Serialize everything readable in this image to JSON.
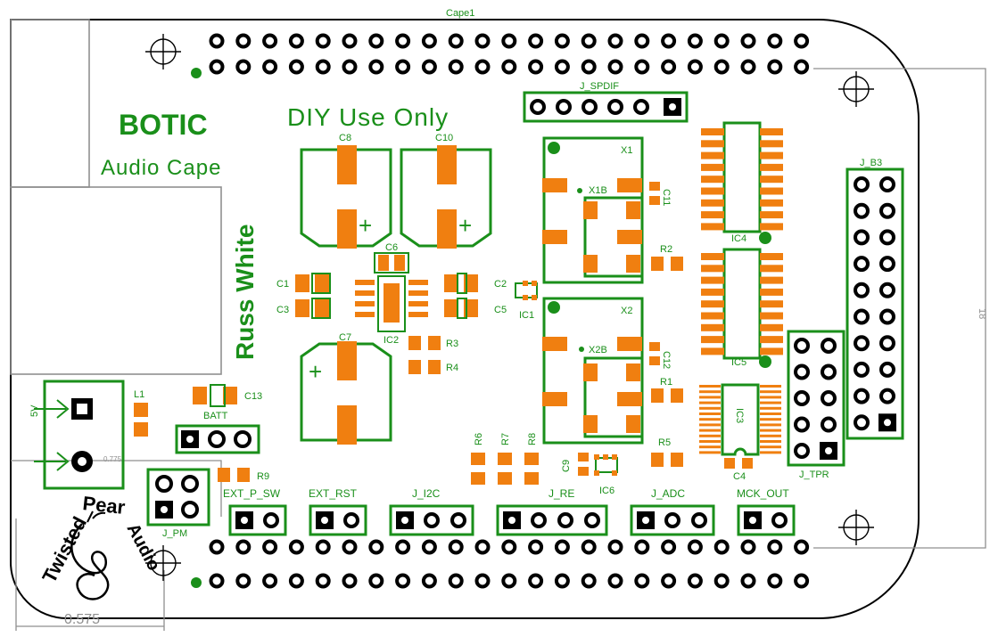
{
  "colors": {
    "silk": "#1a8f1a",
    "pad": "#f07f10",
    "outline": "#8f8f8f",
    "black": "#000000",
    "board": "#ffffff"
  },
  "board": {
    "title": "Cape1",
    "name": "BOTIC",
    "subtitle": "Audio Cape",
    "author": "Russ White",
    "notice": "DIY Use Only"
  },
  "logo": {
    "word1": "Twisted",
    "word2": "Pear",
    "word3": "Audio"
  },
  "dimensions": {
    "bottom": "0.575",
    "right": "18",
    "small": "0.775"
  },
  "labels": {
    "c8": "C8",
    "c10": "C10",
    "c6": "C6",
    "c1": "C1",
    "c3": "C3",
    "ic2": "IC2",
    "r3": "R3",
    "r4": "R4",
    "c7": "C7",
    "c2": "C2",
    "c5": "C5",
    "ic1": "IC1",
    "c13": "C13",
    "batt": "BATT",
    "l1": "L1",
    "v5": "5V",
    "r9": "R9",
    "j_pm": "J_PM",
    "x1": "X1",
    "x1b": "X1B",
    "c11": "C11",
    "r2": "R2",
    "x2": "X2",
    "x2b": "X2B",
    "c12": "C12",
    "r1": "R1",
    "r5": "R5",
    "r6": "R6",
    "r7": "R7",
    "r8": "R8",
    "c9": "C9",
    "ic6": "IC6",
    "ic4": "IC4",
    "ic5": "IC5",
    "ic3": "IC3",
    "c4": "C4",
    "j_spdif": "J_SPDIF",
    "j_b3": "J_B3",
    "j_tpr": "J_TPR"
  },
  "connectors": [
    {
      "id": "ext_p_sw",
      "label": "EXT_P_SW",
      "pins": 2
    },
    {
      "id": "ext_rst",
      "label": "EXT_RST",
      "pins": 2
    },
    {
      "id": "j_i2c",
      "label": "J_I2C",
      "pins": 3
    },
    {
      "id": "j_re",
      "label": "J_RE",
      "pins": 4
    },
    {
      "id": "j_adc",
      "label": "J_ADC",
      "pins": 3
    },
    {
      "id": "mck_out",
      "label": "MCK_OUT",
      "pins": 2
    }
  ]
}
